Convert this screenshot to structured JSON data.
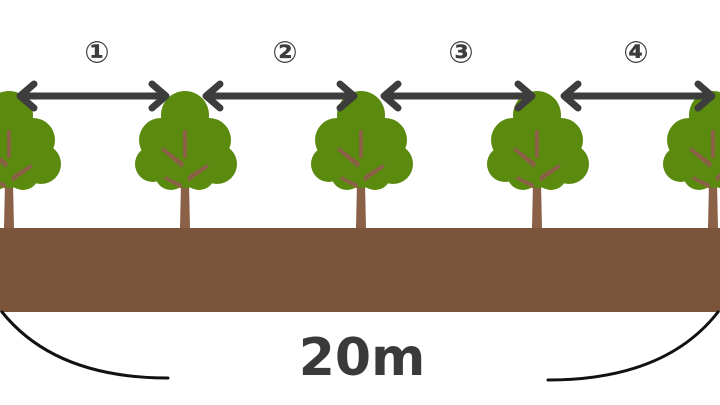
{
  "colors": {
    "ground": "#7b553b",
    "trunk": "#8a6147",
    "foliage": "#5a8a0e",
    "arrow": "#3d3d3d",
    "text": "#3a3a3a",
    "arc": "#111111"
  },
  "icons": {
    "tree": "tree-icon",
    "arrow": "double-arrow-icon"
  },
  "intervals": [
    {
      "label": "①"
    },
    {
      "label": "②"
    },
    {
      "label": "③"
    },
    {
      "label": "④"
    }
  ],
  "distance": {
    "label": "20m"
  }
}
